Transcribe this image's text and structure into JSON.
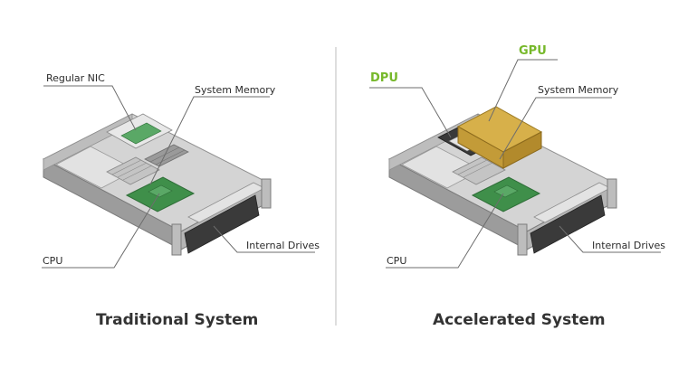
{
  "colors": {
    "accent_green": "#76b82a",
    "gpu_gold": "#c9a23a",
    "board_green": "#3f8f4a",
    "chassis_gray": "#a7a7a7",
    "leader_line": "#6d6d6d",
    "divider": "#bdbdbd",
    "text": "#2b2b2b"
  },
  "traditional": {
    "caption": "Traditional System",
    "labels": {
      "nic": "Regular NIC",
      "memory": "System Memory",
      "cpu": "CPU",
      "drives": "Internal Drives"
    }
  },
  "accelerated": {
    "caption": "Accelerated System",
    "labels": {
      "dpu": "DPU",
      "gpu": "GPU",
      "memory": "System Memory",
      "cpu": "CPU",
      "drives": "Internal Drives"
    }
  }
}
